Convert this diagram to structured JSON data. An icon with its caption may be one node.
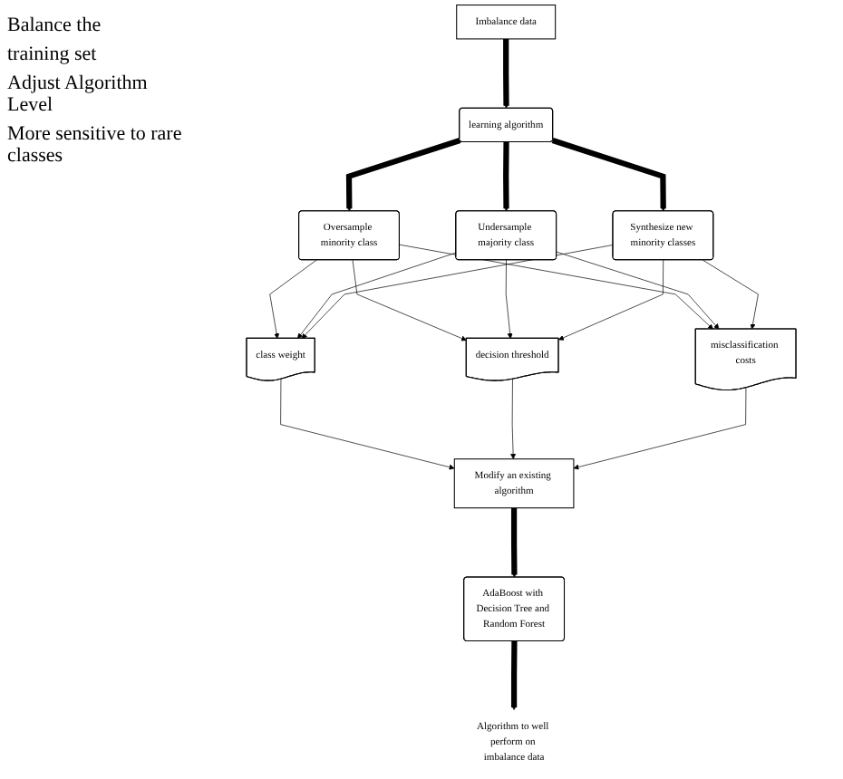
{
  "diagram": {
    "nodes": [
      {
        "text": [
          "Imbalance data"
        ]
      },
      {
        "text": [
          "learning algorithm"
        ]
      },
      {
        "text": [
          "Oversample minority class"
        ]
      },
      {
        "text": [
          "Undersample majority class"
        ]
      },
      {
        "text": [
          "Synthesize new minority classes"
        ]
      },
      {
        "text": [
          "class weight"
        ]
      },
      {
        "text": [
          "decision threshold"
        ]
      },
      {
        "text": [
          "misclassification costs"
        ]
      },
      {
        "text": [
          "Modify an existing algorithm"
        ]
      },
      {
        "text": [
          "AdaBoost with Decision Tree and Random Forest"
        ]
      },
      {
        "text": [
          "Algorithm to well perform on imbalance data"
        ]
      }
    ],
    "edges": [
      {
        "from": 0,
        "to": 1,
        "arrow": "to",
        "style": "thick"
      },
      {
        "from": 1,
        "to": 2,
        "arrow": "to",
        "style": "thick"
      },
      {
        "from": 1,
        "to": 3,
        "arrow": "to",
        "style": "thick"
      },
      {
        "from": 1,
        "to": 4,
        "arrow": "to",
        "style": "thick"
      },
      {
        "from": 2,
        "to": 5,
        "arrow": "to"
      },
      {
        "from": 2,
        "to": 6,
        "arrow": "to"
      },
      {
        "from": 2,
        "to": 7,
        "arrow": "to"
      },
      {
        "from": 3,
        "to": 5,
        "arrow": "to"
      },
      {
        "from": 3,
        "to": 6,
        "arrow": "to"
      },
      {
        "from": 3,
        "to": 7,
        "arrow": "to"
      },
      {
        "from": 4,
        "to": 5,
        "arrow": "to"
      },
      {
        "from": 4,
        "to": 6,
        "arrow": "to"
      },
      {
        "from": 4,
        "to": 7,
        "arrow": "to"
      },
      {
        "from": 5,
        "to": 8,
        "arrow": "to"
      },
      {
        "from": 6,
        "to": 8,
        "arrow": "to"
      },
      {
        "from": 7,
        "to": 8,
        "arrow": "to"
      },
      {
        "from": 8,
        "to": 9,
        "arrow": "to",
        "style": "thick"
      },
      {
        "from": 9,
        "to": 10,
        "arrow": "to",
        "style": "thick"
      }
    ],
    "labels": [
      "Balance the",
      "training set",
      "Adjust Algorithm Level",
      "More sensitive to rare classes"
    ]
  }
}
